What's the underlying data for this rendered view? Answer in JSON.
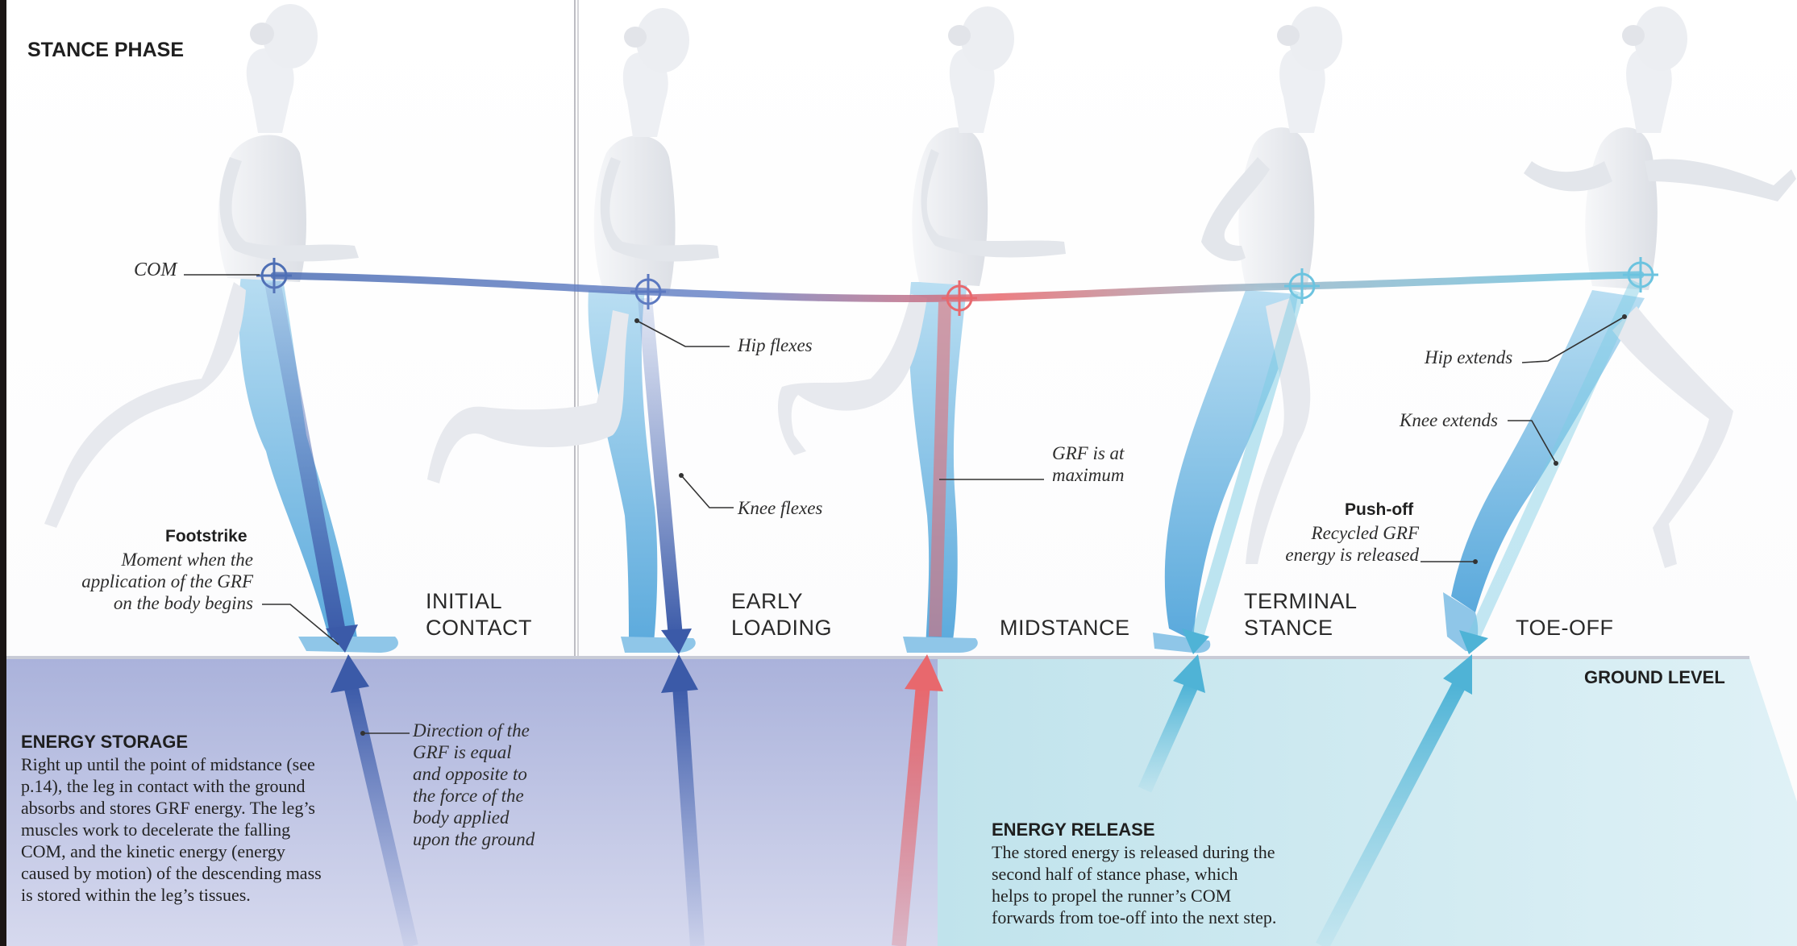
{
  "title": "STANCE PHASE",
  "ground_label": "GROUND LEVEL",
  "com_label": "COM",
  "phases": [
    {
      "id": "initial-contact",
      "label": "INITIAL\nCONTACT",
      "color": "#4e6fb5"
    },
    {
      "id": "early-loading",
      "label": "EARLY\nLOADING",
      "color": "#5b78c0"
    },
    {
      "id": "midstance",
      "label": "MIDSTANCE",
      "color": "#e8686d"
    },
    {
      "id": "terminal-stance",
      "label": "TERMINAL\nSTANCE",
      "color": "#55b7d6"
    },
    {
      "id": "toe-off",
      "label": "TOE-OFF",
      "color": "#55b7d6"
    }
  ],
  "annotations": {
    "footstrike_title": "Footstrike",
    "footstrike_text": "Moment when the\napplication of the GRF\non the body begins",
    "hip_flexes": "Hip flexes",
    "knee_flexes": "Knee flexes",
    "grf_max": "GRF is at\nmaximum",
    "hip_extends": "Hip extends",
    "knee_extends": "Knee extends",
    "pushoff_title": "Push-off",
    "pushoff_text": "Recycled GRF\nenergy is released",
    "grf_direction": "Direction of the\nGRF is equal\nand opposite to\nthe force of the\nbody applied\nupon the ground"
  },
  "energy_storage": {
    "title": "ENERGY STORAGE",
    "text": "Right up until the point of midstance (see p.14), the leg in contact with the ground absorbs and stores GRF energy. The leg’s muscles work to decelerate the falling COM, and the kinetic energy (energy caused by motion) of the descending mass is stored within the leg’s tissues."
  },
  "energy_release": {
    "title": "ENERGY RELEASE",
    "text": "The stored energy is released during the second half of stance phase, which helps to propel the runner’s COM forwards from toe-off into the next step."
  },
  "colors": {
    "storage_band": "#b8bde0",
    "release_band": "#c5e4ec",
    "com_blue": "#4e6fb5",
    "com_red": "#e8686d",
    "com_cyan": "#6cc3df",
    "figure": "#eef0f3",
    "leg_light": "#a9d6ee",
    "leg_dark": "#4f9fd6"
  },
  "icons": [
    "com-target-icon"
  ]
}
